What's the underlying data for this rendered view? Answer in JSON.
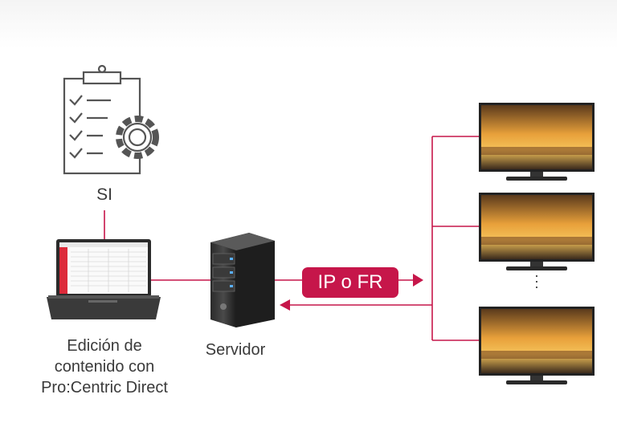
{
  "labels": {
    "si": "SI",
    "editing_line1": "Edición de",
    "editing_line2": "contenido con",
    "editing_line3": "Pro:Centric Direct",
    "server": "Servidor",
    "protocol": "IP o FR"
  },
  "icons": {
    "clipboard": "clipboard-checklist-gear-icon",
    "laptop": "laptop-icon",
    "server": "server-tower-icon",
    "display": "hotel-tv-display-icon"
  },
  "colors": {
    "connector": "#c6164a",
    "badge_bg": "#c6164a",
    "badge_text": "#ffffff",
    "icon_stroke": "#555555",
    "text": "#3a3a3a"
  },
  "display_count": 3
}
